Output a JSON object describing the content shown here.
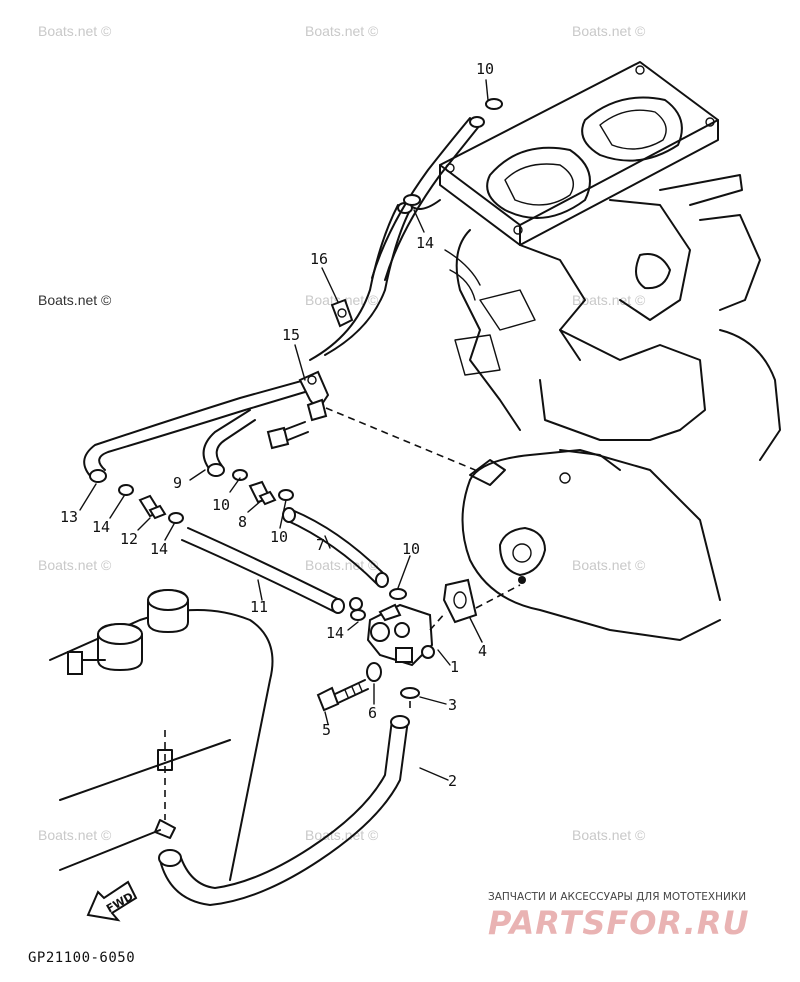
{
  "diagram_code": "GP21100-6050",
  "watermark_text": "Boats.net ©",
  "fwd_label": "FWD",
  "banner": {
    "tagline": "ЗАПЧАСТИ И АКСЕССУАРЫ ДЛЯ МОТОТЕХНИКИ",
    "brand": "PARTSFOR.RU"
  },
  "callouts": {
    "c1": "1",
    "c2": "2",
    "c3": "3",
    "c4": "4",
    "c5": "5",
    "c6": "6",
    "c7": "7",
    "c8": "8",
    "c9": "9",
    "c10a": "10",
    "c10b": "10",
    "c10c": "10",
    "c10d": "10",
    "c11": "11",
    "c12": "12",
    "c13": "13",
    "c14a": "14",
    "c14b": "14",
    "c14c": "14",
    "c14d": "14",
    "c15": "15",
    "c16": "16"
  }
}
